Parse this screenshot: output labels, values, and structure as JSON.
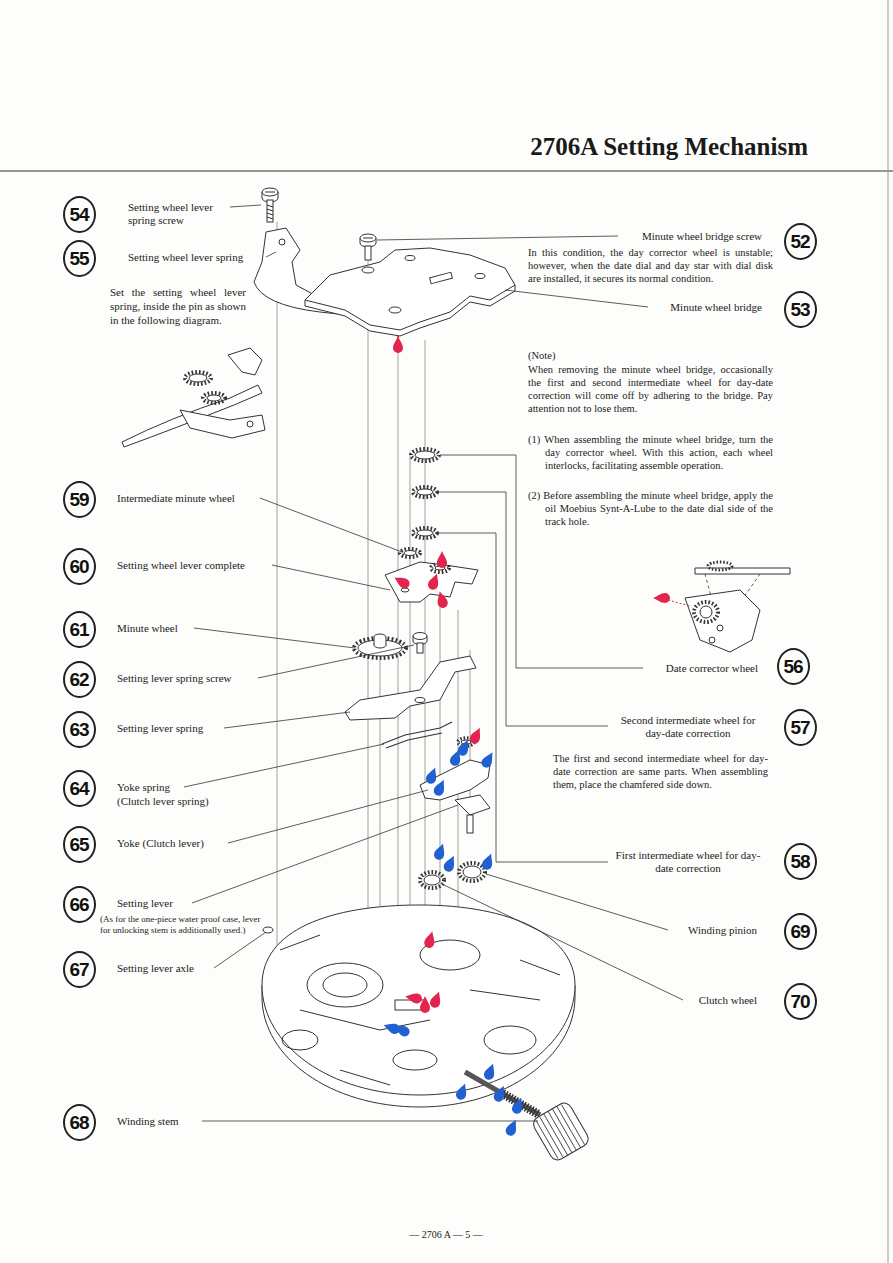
{
  "diagram": {
    "title": "2706A Setting Mechanism",
    "nodes": [
      {
        "text": [
          "54"
        ]
      },
      {
        "text": [
          "52"
        ]
      },
      {
        "text": [
          "55"
        ]
      },
      {
        "text": [
          "53"
        ]
      },
      {
        "text": [
          "59"
        ]
      },
      {
        "text": [
          "60"
        ]
      },
      {
        "text": [
          "61"
        ]
      },
      {
        "text": [
          "56"
        ]
      },
      {
        "text": [
          "62"
        ]
      },
      {
        "text": [
          "57"
        ]
      },
      {
        "text": [
          "63"
        ]
      },
      {
        "text": [
          "64"
        ]
      },
      {
        "text": [
          "65"
        ]
      },
      {
        "text": [
          "58"
        ]
      },
      {
        "text": [
          "66"
        ]
      },
      {
        "text": [
          "69"
        ]
      },
      {
        "text": [
          "67"
        ]
      },
      {
        "text": [
          "70"
        ]
      },
      {
        "text": [
          "68"
        ]
      }
    ],
    "labels": [
      "Setting wheel lever spring screw",
      "Setting wheel lever spring",
      "Set the setting wheel lever spring, inside the pin as shown in the following diagram.",
      "Intermediate minute wheel",
      "Setting wheel lever complete",
      "Minute wheel",
      "Setting lever spring screw",
      "Setting lever spring",
      "Yoke spring",
      "(Clutch lever spring)",
      "Yoke (Clutch lever)",
      "Setting lever",
      "(As for the one-piece water proof case, lever for unlocking stem is additionally used.)",
      "Setting lever axle",
      "Winding stem",
      "Minute wheel bridge screw",
      "In this condition, the day corrector wheel is unstable; however, when the date dial and day star with dial disk are installed, it secures its normal condition.",
      "Minute wheel bridge",
      "(Note)",
      "When removing the minute wheel bridge, occasionally the first and second intermediate wheel for day-date correction will come off by adhering to the bridge. Pay attention not to lose them.",
      "(1) When assembling the minute wheel bridge, turn the day corrector wheel. With this action, each wheel interlocks, facilitating assemble operation.",
      "(2) Before assembling the minute wheel bridge, apply the oil Moebius Synt-A-Lube to the date dial side of the track hole.",
      "Date corrector wheel",
      "Second intermediate wheel for day-date correction",
      "The first and second intermediate wheel for day-date correction are same parts. When assembling them, place the chamfered side down.",
      "First intermediate wheel for day-date correction",
      "Winding pinion",
      "Clutch wheel",
      "— 2706 A — 5 —"
    ]
  }
}
